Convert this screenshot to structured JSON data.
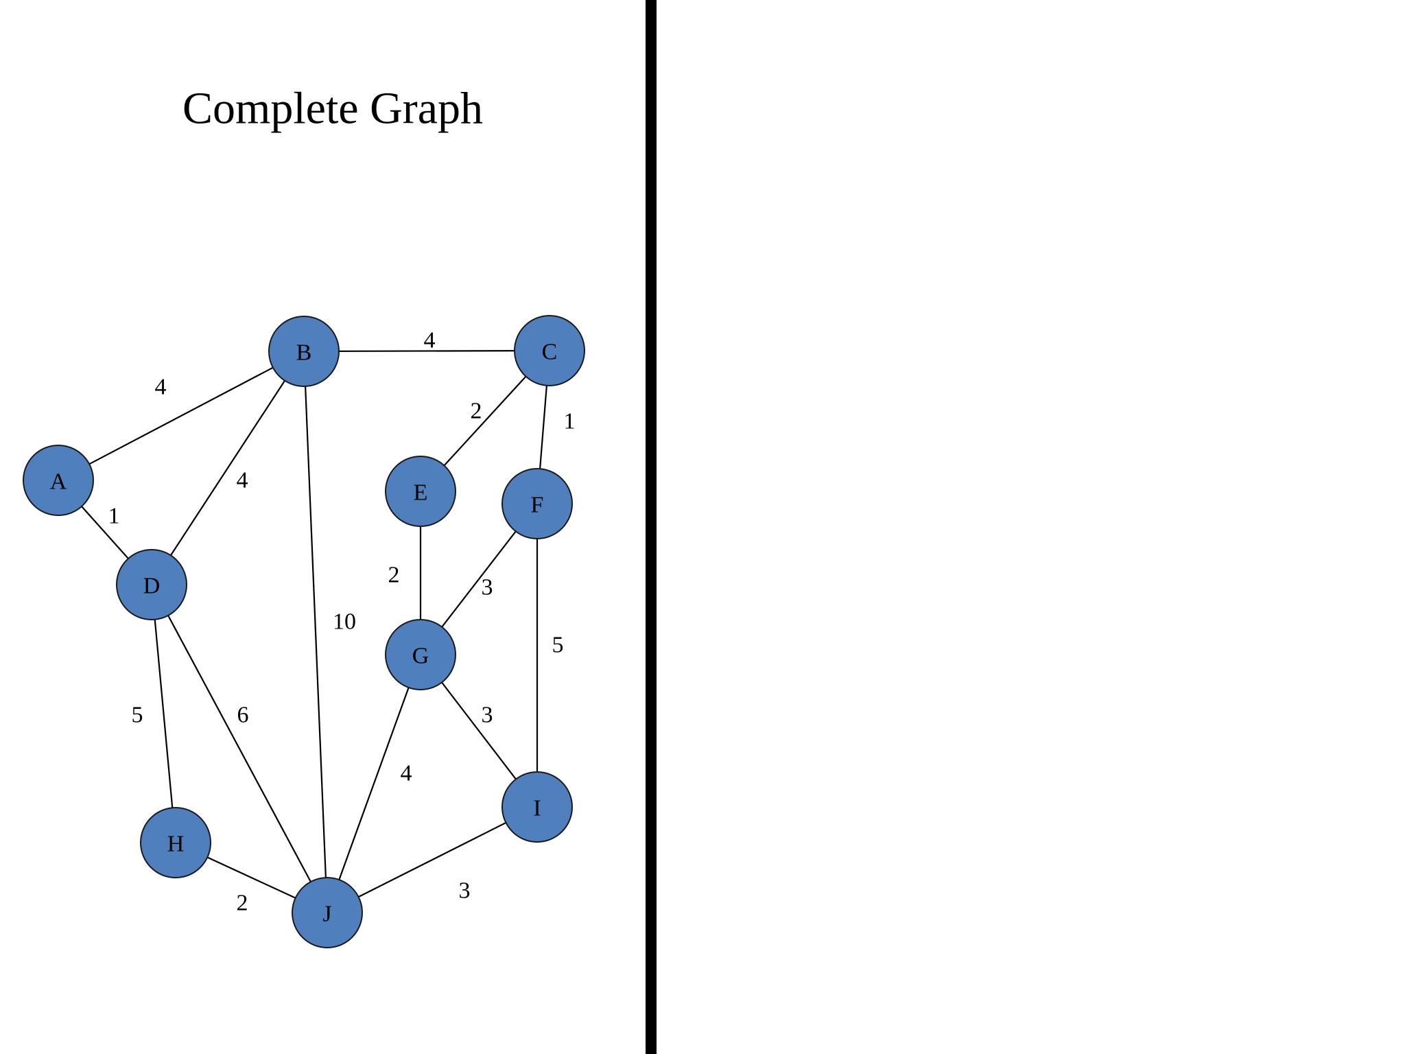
{
  "title": "Complete Graph",
  "colors": {
    "node_fill": "#4f7fbd",
    "edge": "#000000",
    "divider": "#000000",
    "background": "#ffffff"
  },
  "nodes": [
    {
      "id": "A",
      "label": "A"
    },
    {
      "id": "B",
      "label": "B"
    },
    {
      "id": "C",
      "label": "C"
    },
    {
      "id": "D",
      "label": "D"
    },
    {
      "id": "E",
      "label": "E"
    },
    {
      "id": "F",
      "label": "F"
    },
    {
      "id": "G",
      "label": "G"
    },
    {
      "id": "H",
      "label": "H"
    },
    {
      "id": "I",
      "label": "I"
    },
    {
      "id": "J",
      "label": "J"
    }
  ],
  "edges": [
    {
      "from": "A",
      "to": "B",
      "weight": "4"
    },
    {
      "from": "A",
      "to": "D",
      "weight": "1"
    },
    {
      "from": "B",
      "to": "C",
      "weight": "4"
    },
    {
      "from": "B",
      "to": "D",
      "weight": "4"
    },
    {
      "from": "B",
      "to": "J",
      "weight": "10"
    },
    {
      "from": "C",
      "to": "E",
      "weight": "2"
    },
    {
      "from": "C",
      "to": "F",
      "weight": "1"
    },
    {
      "from": "E",
      "to": "G",
      "weight": "2"
    },
    {
      "from": "F",
      "to": "G",
      "weight": "3"
    },
    {
      "from": "F",
      "to": "I",
      "weight": "5"
    },
    {
      "from": "D",
      "to": "H",
      "weight": "5"
    },
    {
      "from": "D",
      "to": "J",
      "weight": "6"
    },
    {
      "from": "G",
      "to": "J",
      "weight": "4"
    },
    {
      "from": "G",
      "to": "I",
      "weight": "3"
    },
    {
      "from": "H",
      "to": "J",
      "weight": "2"
    },
    {
      "from": "J",
      "to": "I",
      "weight": "3"
    }
  ]
}
